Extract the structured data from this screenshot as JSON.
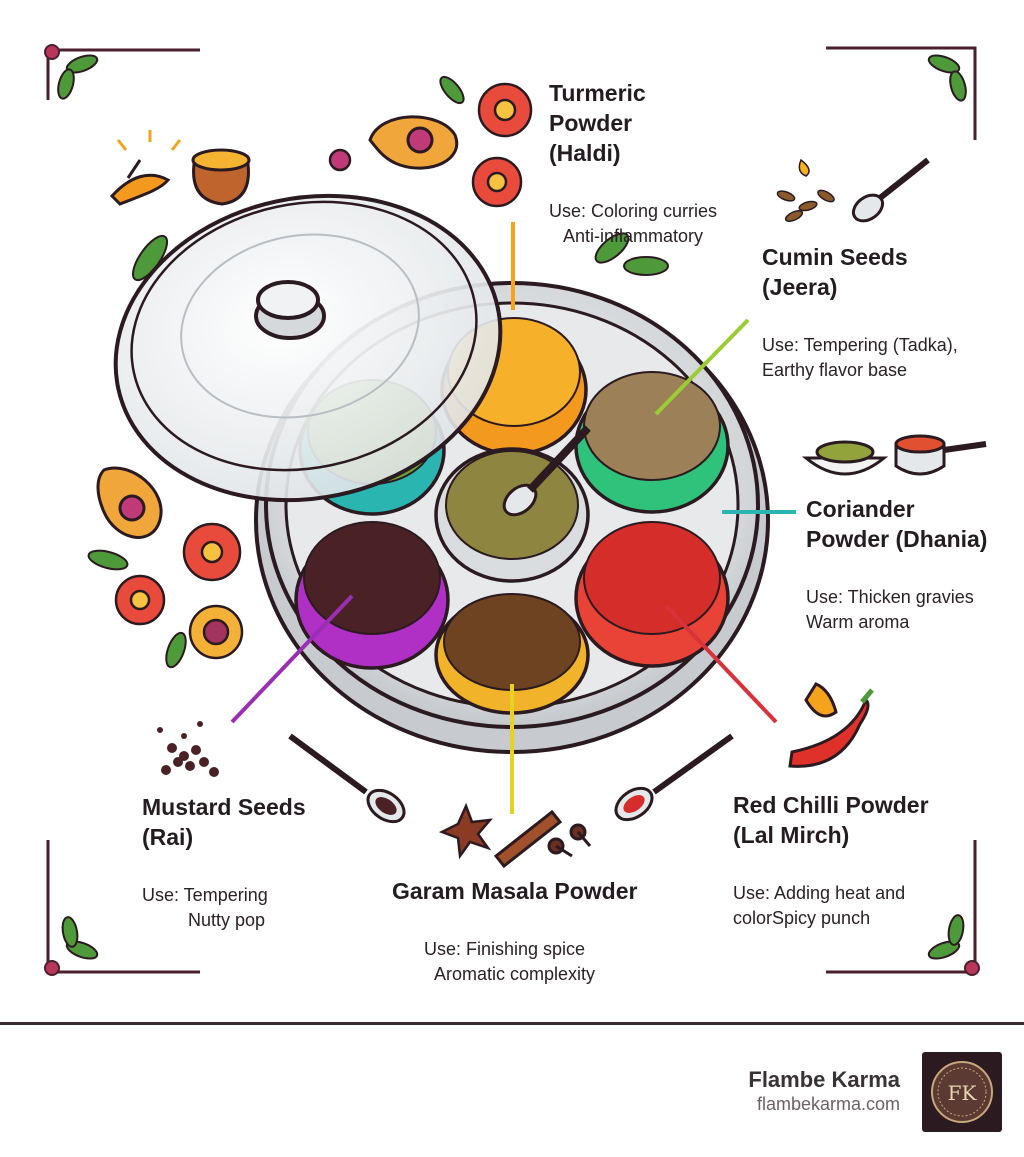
{
  "spices": {
    "turmeric": {
      "name": "Turmeric\nPowder\n(Haldi)",
      "use1": "Use: Coloring curries",
      "use2": "Anti-inflammatory",
      "color": "#f5a21c"
    },
    "cumin": {
      "name": "Cumin Seeds\n(Jeera)",
      "use1": "Use: Tempering (Tadka),",
      "use2": "Earthy flavor base",
      "color": "#9acd32"
    },
    "coriander": {
      "name": "Coriander\nPowder (Dhania)",
      "use1": "Use: Thicken gravies",
      "use2": "Warm aroma",
      "color": "#2ab5b0"
    },
    "red_chilli": {
      "name": "Red Chilli Powder\n(Lal Mirch)",
      "use1": "Use: Adding heat and",
      "use2": "colorSpicy punch",
      "color": "#d8323a"
    },
    "garam_masala": {
      "name": "Garam Masala Powder",
      "use1": "Use: Finishing spice",
      "use2": "Aromatic complexity",
      "color": "#e8d21e"
    },
    "mustard": {
      "name": "Mustard Seeds\n(Rai)",
      "use1": "Use: Tempering",
      "use2": "Nutty pop",
      "color": "#9b2fb3"
    }
  },
  "brand": {
    "name": "Flambe Karma",
    "url": "flambekarma.com",
    "logo_letter": "FK"
  },
  "colors": {
    "frame": "#4a1f2e",
    "leaf": "#4e9a3a",
    "flower": "#e84a3c",
    "tin": "#d9dcde"
  }
}
